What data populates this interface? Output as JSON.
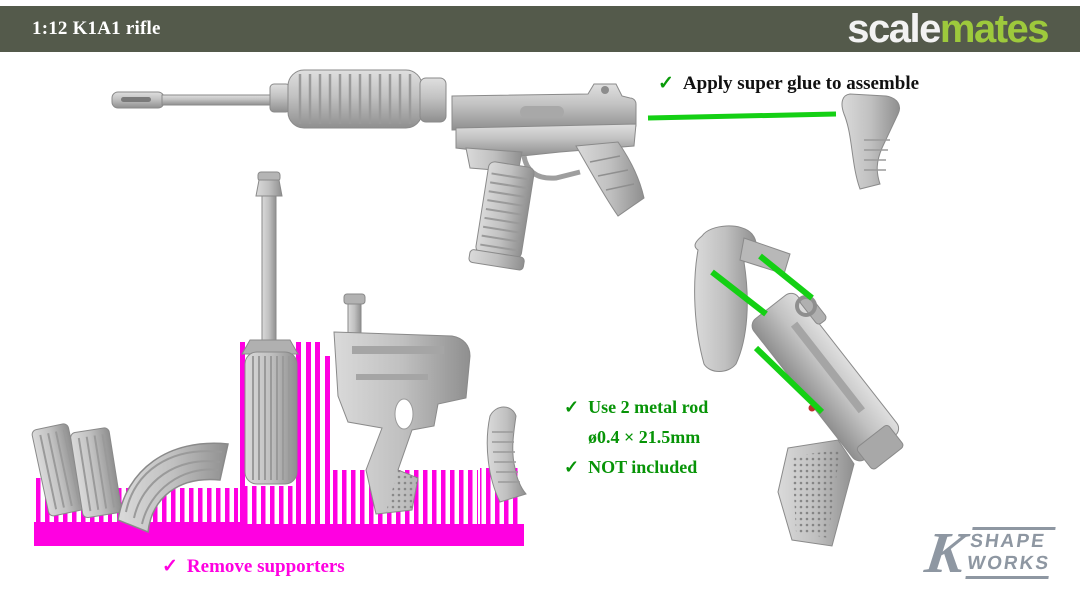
{
  "header": {
    "title": "1:12 K1A1 rifle",
    "brand_scale": "scale",
    "brand_mates": "mates"
  },
  "notes": {
    "glue_check": "✓",
    "glue_text": "Apply super glue to assemble",
    "rod_check1": "✓",
    "rod_line1": "Use 2 metal rod",
    "rod_line2": "ø0.4 × 21.5mm",
    "rod_check2": "✓",
    "rod_line3": "NOT included",
    "remove_check": "✓",
    "remove_text": "Remove supporters"
  },
  "logo": {
    "mark": "K",
    "line1": "SHAPE",
    "line2": "WORKS"
  },
  "colors": {
    "header_bg": "#545a4b",
    "brand_green": "#9dc93c",
    "rod_green": "#14d014",
    "note_green": "#079407",
    "support_magenta": "#ff00e1",
    "part_gray": "#c2c2c2",
    "logo_gray": "#8e97a2"
  }
}
